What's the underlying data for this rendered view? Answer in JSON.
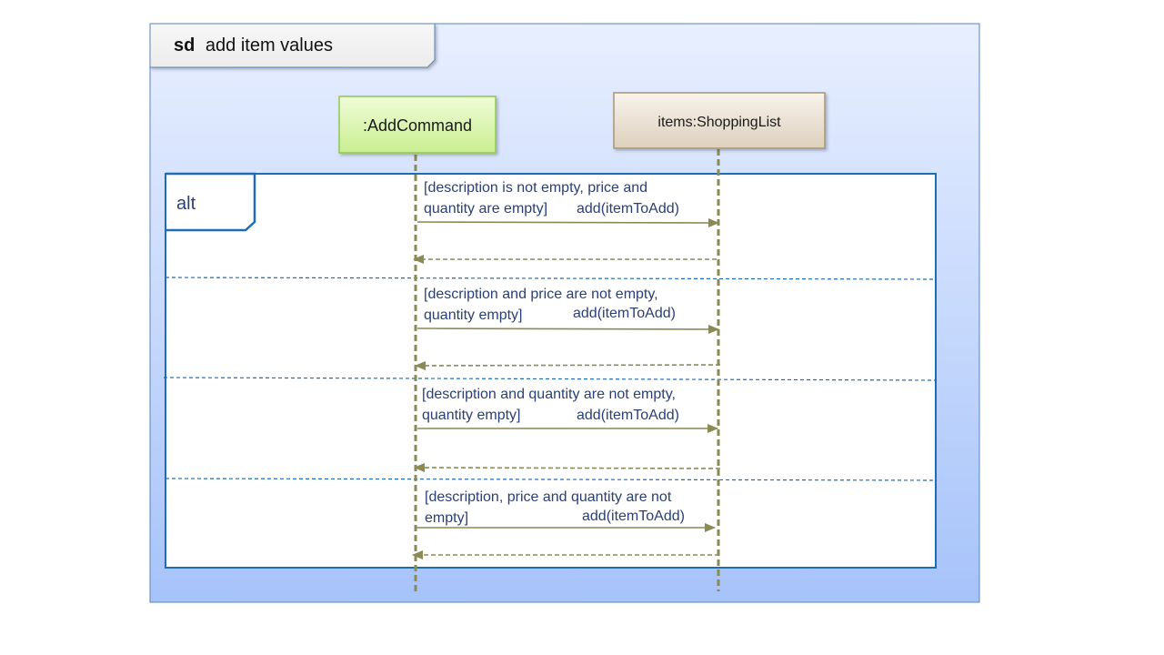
{
  "frame": {
    "keyword": "sd",
    "name": "add item values"
  },
  "lifelines": [
    {
      "id": "addcommand",
      "label": ":AddCommand"
    },
    {
      "id": "shoppinglist",
      "label": "items:ShoppingList"
    }
  ],
  "fragment": {
    "operator": "alt",
    "operands": [
      {
        "guard_line1": "[description is not empty, price and",
        "guard_line2": "quantity are empty]",
        "message": "add(itemToAdd)"
      },
      {
        "guard_line1": "[description and price are not empty,",
        "guard_line2": "quantity empty]",
        "message": "add(itemToAdd)"
      },
      {
        "guard_line1": "[description and quantity are not empty,",
        "guard_line2": "quantity empty]",
        "message": "add(itemToAdd)"
      },
      {
        "guard_line1": "[description, price and quantity are not",
        "guard_line2": "empty]",
        "message": "add(itemToAdd)"
      }
    ]
  },
  "colors": {
    "frame_border": "#5a86b8",
    "fragment_border": "#1f6cb5",
    "lifeline": "#8a8a55",
    "arrow": "#8a8a55",
    "addcommand_fill": "#d4f5a8",
    "addcommand_border": "#8fc84f",
    "shoppinglist_fill": "#e6dccf",
    "shoppinglist_border": "#a89474",
    "guard_text": "#2a3f73"
  }
}
